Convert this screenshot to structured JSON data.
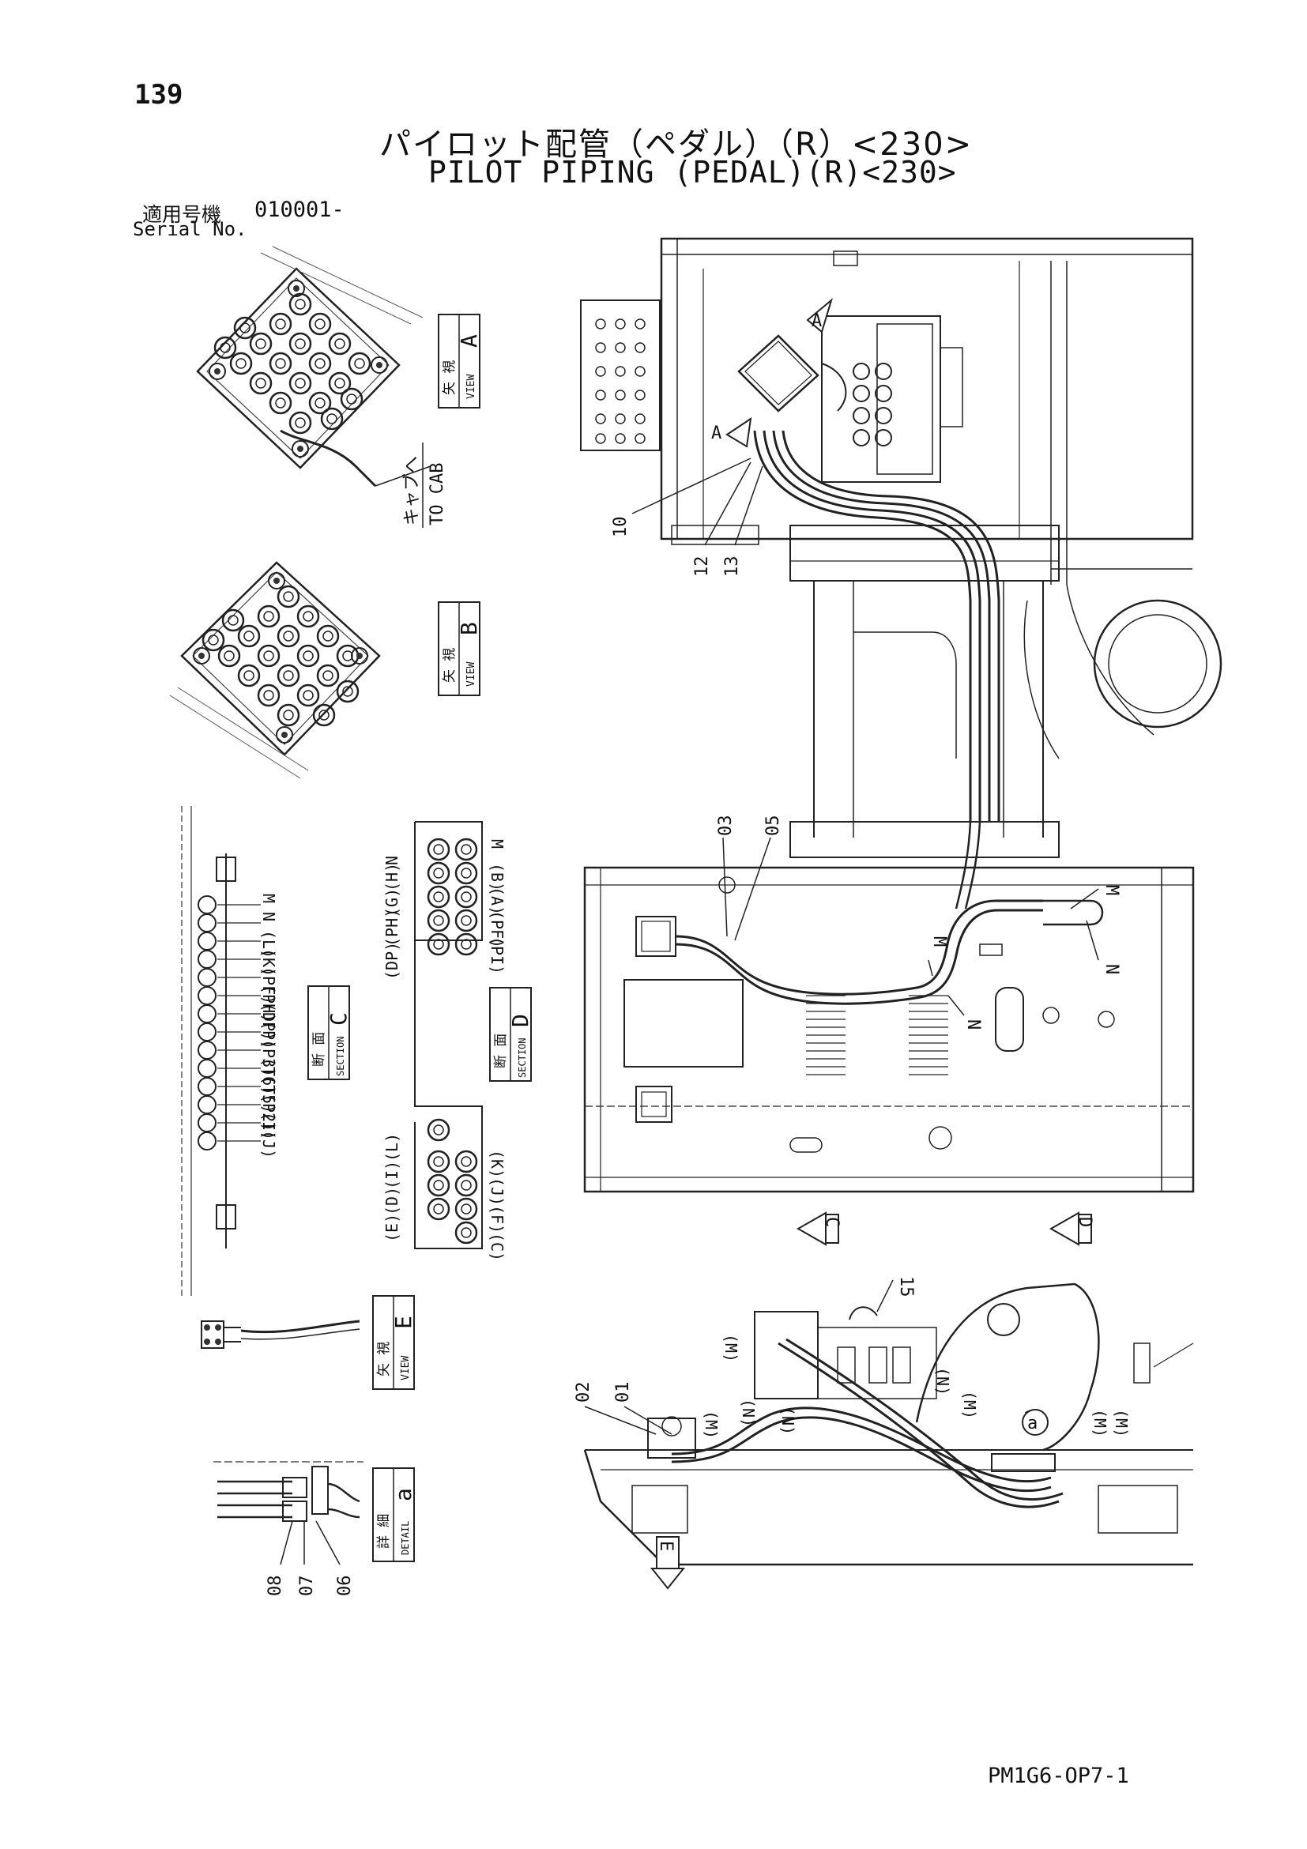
{
  "page": {
    "number": "139",
    "title_ja": "パイロット配管（ペダル）（R）<230>",
    "title_en": "PILOT PIPING (PEDAL)(R)<230>",
    "serial_label_ja": "適用号機",
    "serial_range": "010001-",
    "serial_label_en": "Serial No.",
    "doc_code": "PM1G6-OP7-1"
  },
  "views": {
    "a": {
      "ja": "矢 視",
      "en": "VIEW",
      "letter": "A"
    },
    "b": {
      "ja": "矢 視",
      "en": "VIEW",
      "letter": "B"
    },
    "c": {
      "ja": "断 面",
      "en": "SECTION",
      "letter": "C"
    },
    "d": {
      "ja": "断 面",
      "en": "SECTION",
      "letter": "D"
    },
    "e": {
      "ja": "矢 視",
      "en": "VIEW",
      "letter": "E"
    },
    "detail": {
      "ja": "詳 細",
      "en": "DETAIL",
      "letter": "a"
    }
  },
  "to_cab": {
    "ja": "キャブへ",
    "en": "TO CAB"
  },
  "section_c_ports": [
    "M",
    "N",
    "(L)",
    "(K)",
    "(PF)",
    "(PH)",
    "(DP)",
    "(P)",
    "(P3)",
    "(T6)",
    "(T5)",
    "(P2)",
    "(I)",
    "(J)"
  ],
  "section_d_upper": {
    "left": [
      "N",
      "(H)",
      "(G)",
      "(PH)",
      "(DP)"
    ],
    "right": [
      "M",
      "(B)",
      "(A)",
      "(PF)",
      "(PI)"
    ]
  },
  "section_d_lower": {
    "left": [
      "(L)",
      "(I)",
      "(D)",
      "(E)"
    ],
    "right": [
      "(K)",
      "(J)",
      "(F)",
      "(C)"
    ]
  },
  "callouts": {
    "p10": "10",
    "p12": "12",
    "p13": "13",
    "p03": "03",
    "p05": "05",
    "p15": "15",
    "p02": "02",
    "p01": "01",
    "p08": "08",
    "p07": "07",
    "p06": "06",
    "arrow_a": "A",
    "arrow_a2": "A",
    "arrow_c": "C",
    "arrow_d": "D",
    "arrow_e": "E",
    "m1": "M",
    "n1": "N",
    "m2": "M",
    "n2": "N",
    "pm1": "(M)",
    "pn1": "(N)",
    "pm2": "(M)",
    "pn2": "(N)",
    "pn3": "(N)",
    "pm3": "(M)",
    "pn4": "(N)",
    "pm4": "(M)",
    "pm5": "(M)",
    "detail_a": "a"
  }
}
